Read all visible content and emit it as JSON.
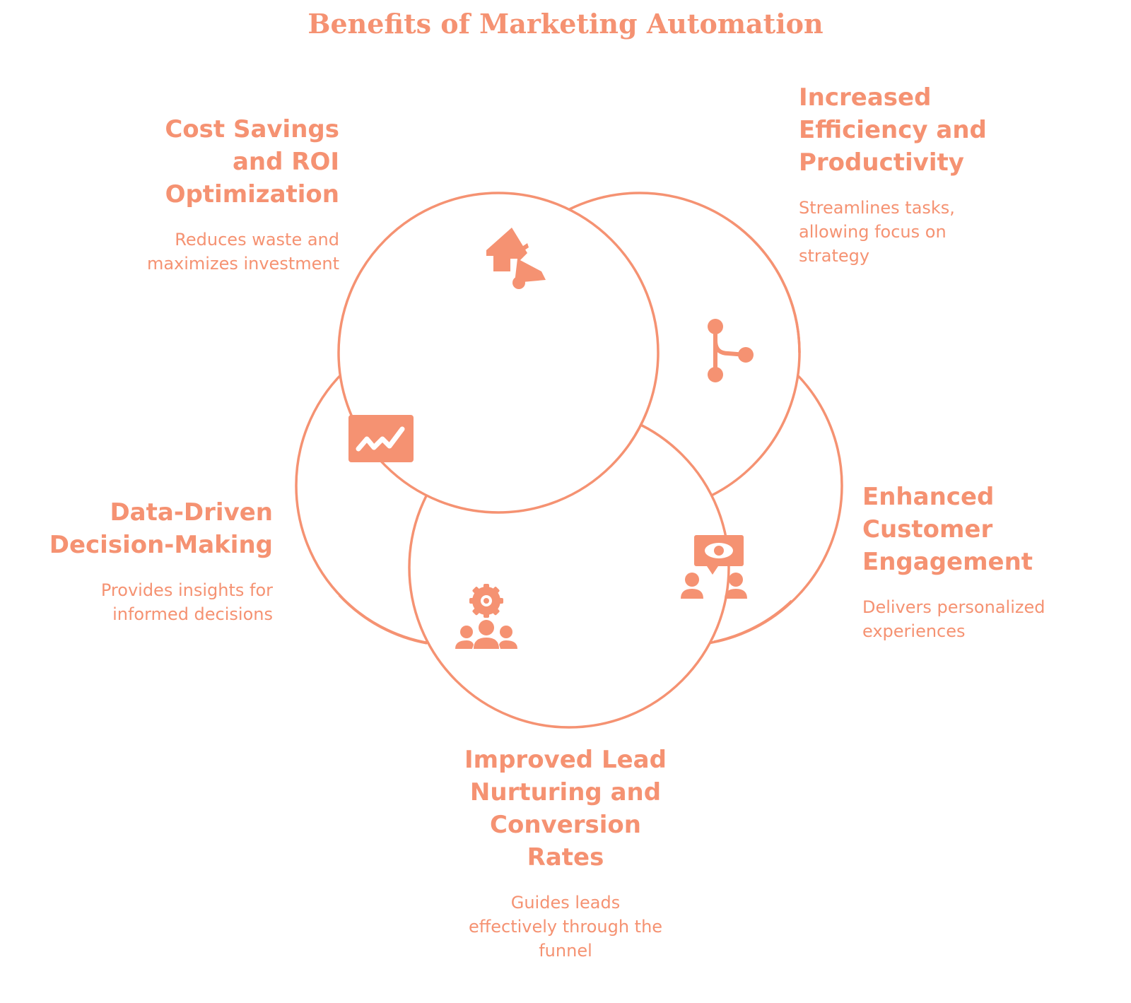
{
  "title": "Benefits of Marketing Automation",
  "colors": {
    "accent": "#f59272",
    "stroke": "#f59272",
    "fill": "#ffffff",
    "icon_fill": "#f59272"
  },
  "benefits": [
    {
      "heading": "Cost Savings\nand ROI\nOptimization",
      "description": "Reduces waste and\nmaximizes investment",
      "icon": "house-megaphone-icon"
    },
    {
      "heading": "Increased\nEfficiency and\nProductivity",
      "description": "Streamlines tasks,\nallowing focus on\nstrategy",
      "icon": "branch-icon"
    },
    {
      "heading": "Enhanced\nCustomer\nEngagement",
      "description": "Delivers personalized\nexperiences",
      "icon": "eye-chat-people-icon"
    },
    {
      "heading": "Improved Lead\nNurturing and\nConversion\nRates",
      "description": "Guides leads\neffectively through the\nfunnel",
      "icon": "gear-group-icon"
    },
    {
      "heading": "Data-Driven\nDecision-Making",
      "description": "Provides insights for\ninformed decisions",
      "icon": "trend-chart-icon"
    }
  ]
}
